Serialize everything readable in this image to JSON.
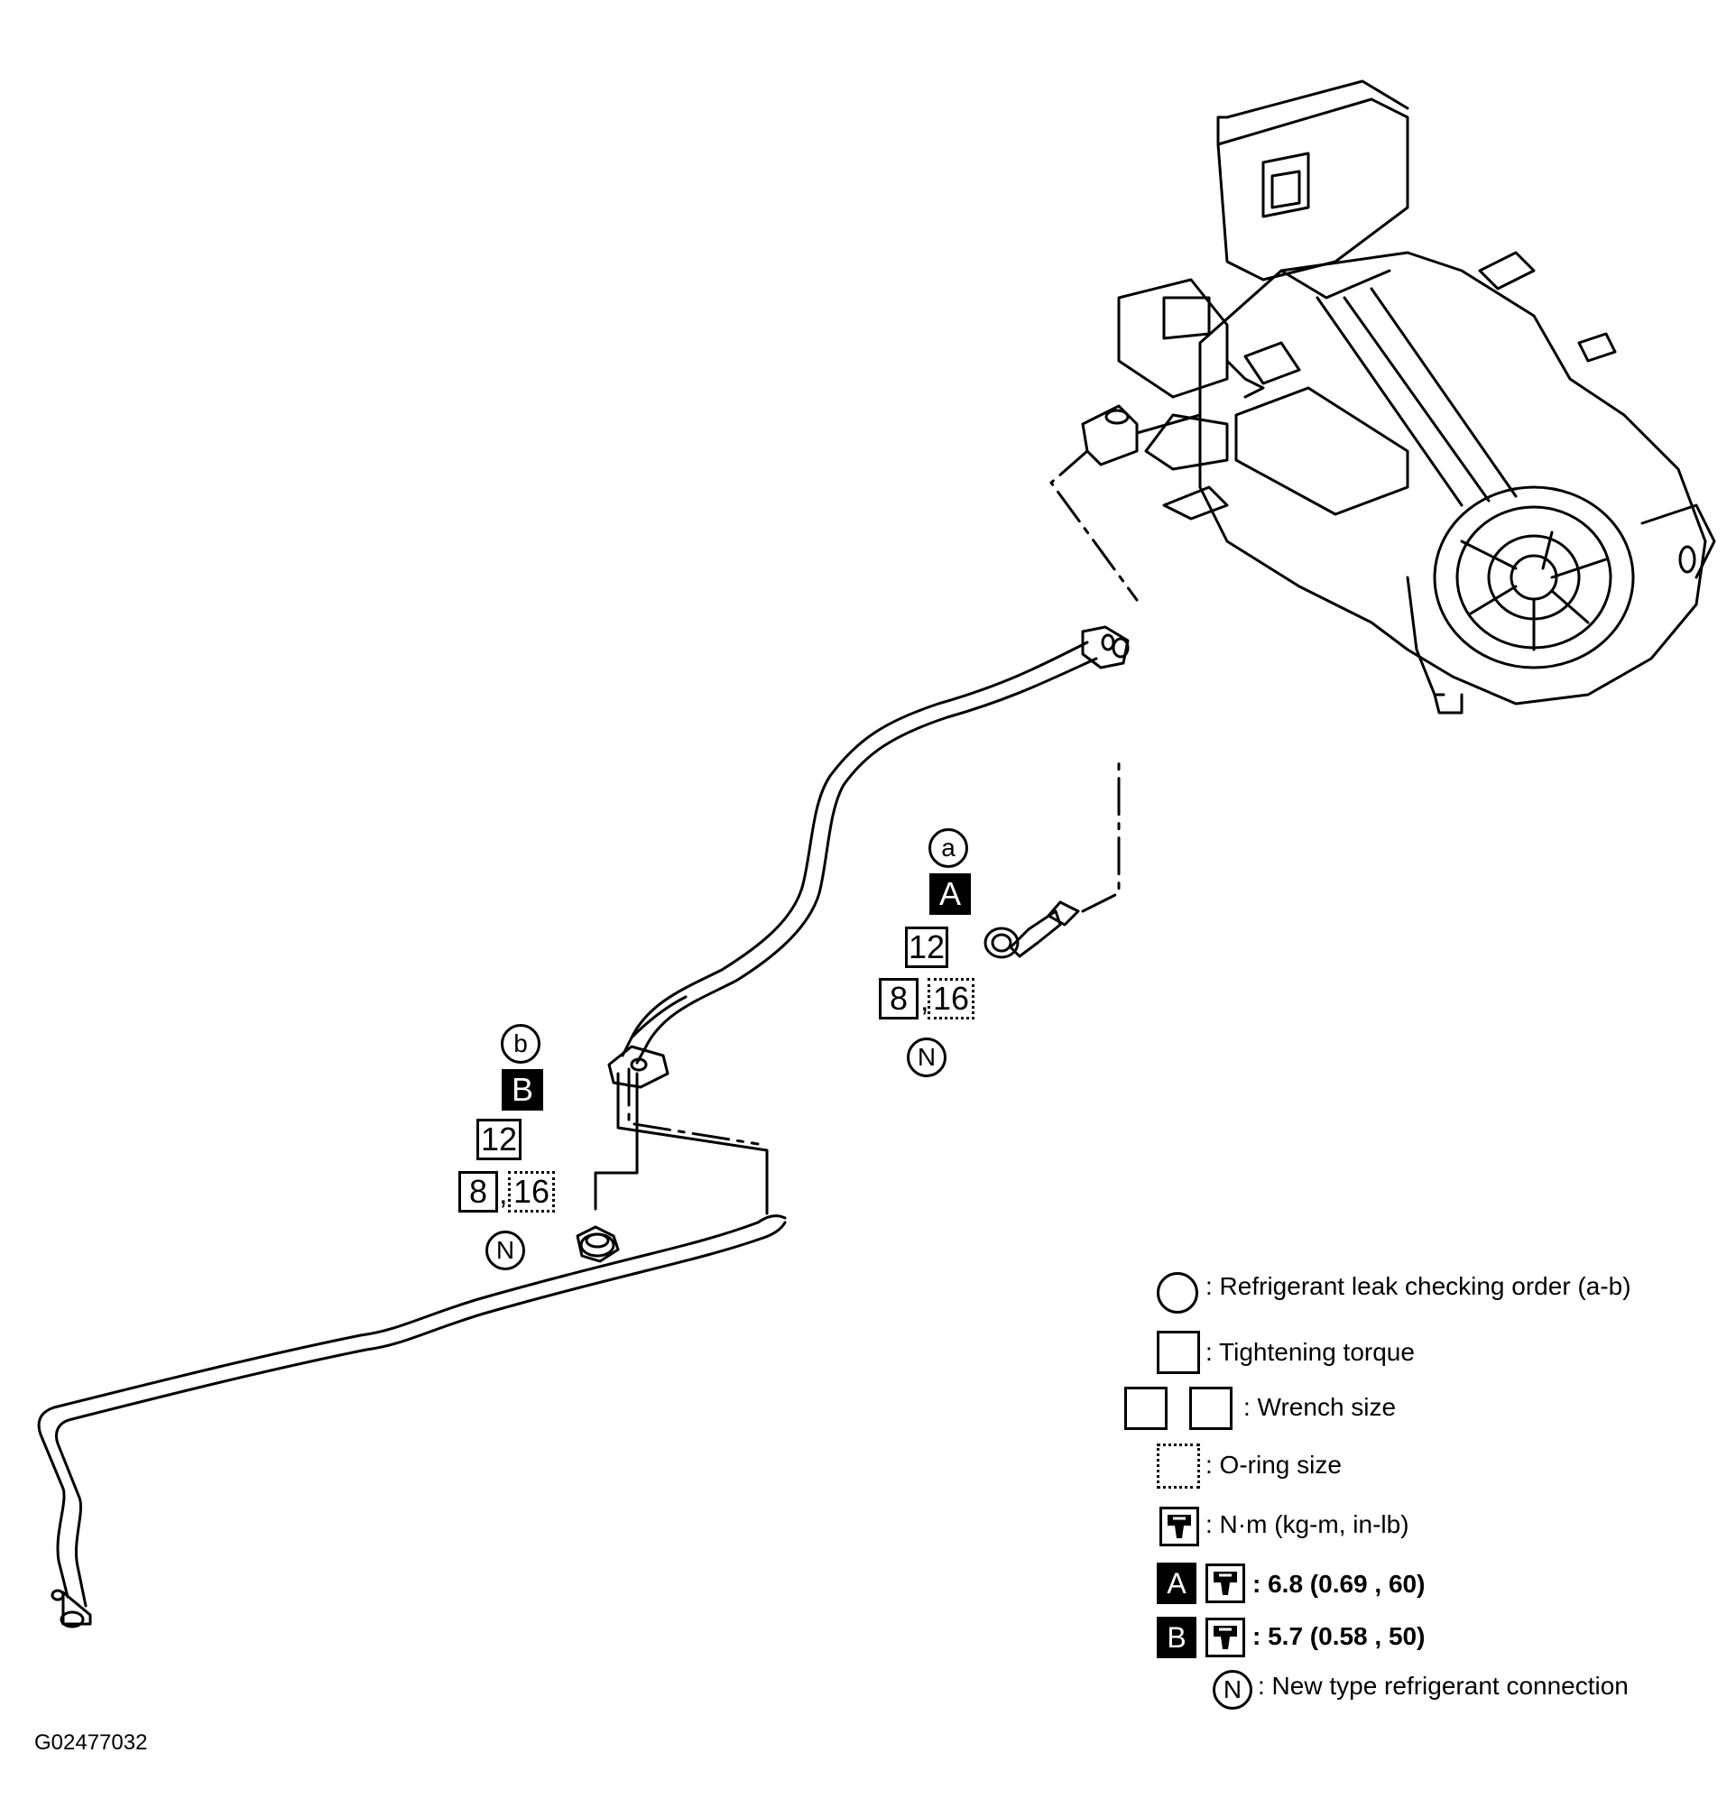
{
  "callouts": {
    "a": {
      "order": "a",
      "letter": "A",
      "torque_box": "12",
      "wrench_1": "8",
      "wrench_2": "16",
      "separator": ",",
      "new_type": "N"
    },
    "b": {
      "order": "b",
      "letter": "B",
      "torque_box": "12",
      "wrench_1": "8",
      "wrench_2": "16",
      "separator": ",",
      "new_type": "N"
    }
  },
  "legend": {
    "leak_order": ": Refrigerant leak checking order (a-b)",
    "tightening_torque": ": Tightening torque",
    "wrench_size": ": Wrench size",
    "oring_size": ": O-ring size",
    "units": ": N·m (kg-m, in-lb)",
    "spec_a_letter": "A",
    "spec_a": ": 6.8 (0.69 , 60)",
    "spec_b_letter": "B",
    "spec_b": ": 5.7 (0.58 , 50)",
    "new_type_symbol": "N",
    "new_type": ": New type refrigerant connection"
  },
  "figure_id": "G02477032",
  "colors": {
    "ink": "#000000",
    "paper": "#ffffff"
  },
  "icons": [
    "torque-wrench-icon",
    "bolt-icon",
    "nut-icon",
    "hvac-unit-drawing",
    "refrigerant-pipe-drawing"
  ]
}
